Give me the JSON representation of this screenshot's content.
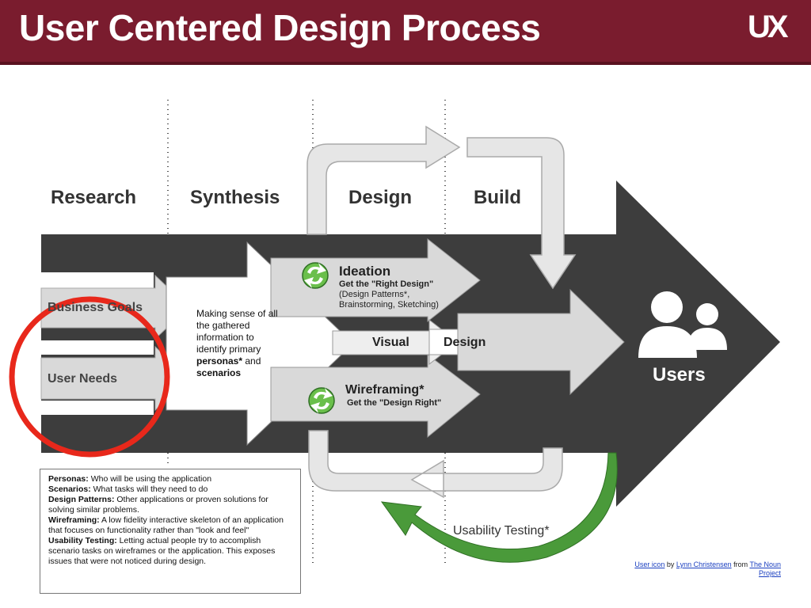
{
  "header": {
    "title": "User Centered Design Process",
    "logo": "UX"
  },
  "stages": [
    "Research",
    "Synthesis",
    "Design",
    "Build"
  ],
  "research": {
    "goals": "Business Goals",
    "needs": "User Needs"
  },
  "synthesis": {
    "line1": "Making sense of all",
    "line2": "the gathered",
    "line3": "information to",
    "line4": "identify primary",
    "line5a": "personas*",
    "line5b": " and",
    "line6": "scenarios"
  },
  "ideation": {
    "title": "Ideation",
    "line1": "Get the \"Right Design\"",
    "line2": "(Design Patterns*,",
    "line3": "Brainstorming,  Sketching)"
  },
  "wireframing": {
    "title": "Wireframing*",
    "line1": "Get the \"Design Right\""
  },
  "visual": "Visual",
  "design_label": "Design",
  "users": "Users",
  "usability": "Usability Testing*",
  "glossary": [
    {
      "term": "Personas:",
      "def": " Who will be using the application"
    },
    {
      "term": "Scenarios:",
      "def": " What tasks will they need to do"
    },
    {
      "term": "Design Patterns:",
      "def": " Other applications or proven solutions for solving similar problems."
    },
    {
      "term": "Wireframing:",
      "def": " A low fidelity interactive skeleton of an application that focuses on functionality rather than \"look and feel\""
    },
    {
      "term": "Usability Testing:",
      "def": " Letting actual people try to accomplish scenario tasks on wireframes or the application. This exposes issues that were not noticed during design."
    }
  ],
  "credit": {
    "link1": "User icon",
    "by": " by ",
    "author": "Lynn Christensen",
    "from": " from ",
    "link2": "The Noun Project"
  },
  "colors": {
    "header": "#7a1c2e",
    "band": "#3d3d3d",
    "arrow_light": "#d9d9d9",
    "arrow_green": "#4a9a3a",
    "highlight_circle": "#e8281b"
  }
}
